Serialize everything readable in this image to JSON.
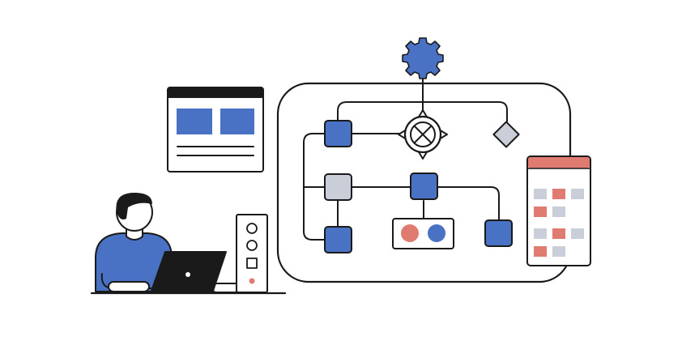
{
  "palette": {
    "ink": "#1a1a1a",
    "blue": "#4a72c4",
    "gray": "#c9ced8",
    "red": "#e07b72",
    "background": "#ffffff"
  },
  "icons": {
    "gear": "gear-icon",
    "gateway": "compass-gateway-icon",
    "decision": "diamond-icon",
    "browser": "browser-window-icon",
    "laptop": "laptop-icon",
    "tower": "computer-tower-icon",
    "calendar": "calendar-panel-icon",
    "person": "person-icon"
  },
  "illustration": {
    "workflow": {
      "process_nodes": 5,
      "decision_nodes": 1,
      "gateway_nodes": 1,
      "token_colors": [
        "#e07b72",
        "#4a72c4"
      ]
    },
    "calendar": {
      "rows": 4,
      "columns": 3,
      "highlighted_cells": 6
    }
  }
}
